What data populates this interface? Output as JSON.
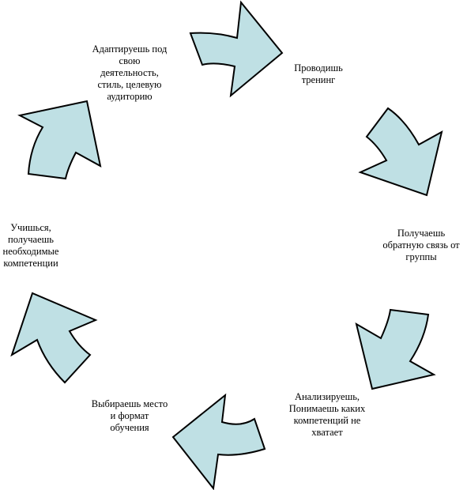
{
  "diagram": {
    "colors": {
      "arrow_fill": "#bfe0e4",
      "arrow_stroke": "#000000",
      "text": "#000000",
      "background": "#ffffff"
    },
    "steps": [
      {
        "label": "Адаптируешь под\nсвою\nдеятельность,\nстиль, целевую\nаудиторию"
      },
      {
        "label": "Проводишь\nтренинг"
      },
      {
        "label": "Получаешь\nобратную связь от\nгруппы"
      },
      {
        "label": "Анализируешь,\nПонимаешь каких\nкомпетенций не\nхватает"
      },
      {
        "label": "Выбираешь место\nи формат\nобучения"
      },
      {
        "label": "Учишься,\nполучаешь\nнеобходимые\nкомпетенции"
      }
    ]
  }
}
